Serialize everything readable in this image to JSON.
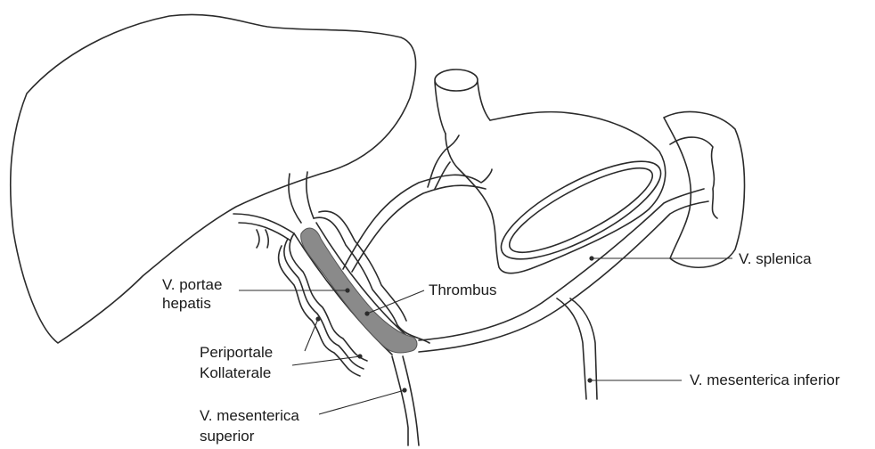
{
  "labels": {
    "portal_vein_line1": "V. portae",
    "portal_vein_line2": "hepatis",
    "thrombus": "Thrombus",
    "collaterals_line1": "Periportale",
    "collaterals_line2": "Kollaterale",
    "splenic_vein": "V. splenica",
    "inferior_mesenteric_vein": "V. mesenterica inferior",
    "superior_mesenteric_vein_line1": "V. mesenterica",
    "superior_mesenteric_vein_line2": "superior"
  },
  "colors": {
    "outline": "#2b2b2b",
    "thrombus_fill": "#8a8a8a",
    "background": "#ffffff"
  }
}
